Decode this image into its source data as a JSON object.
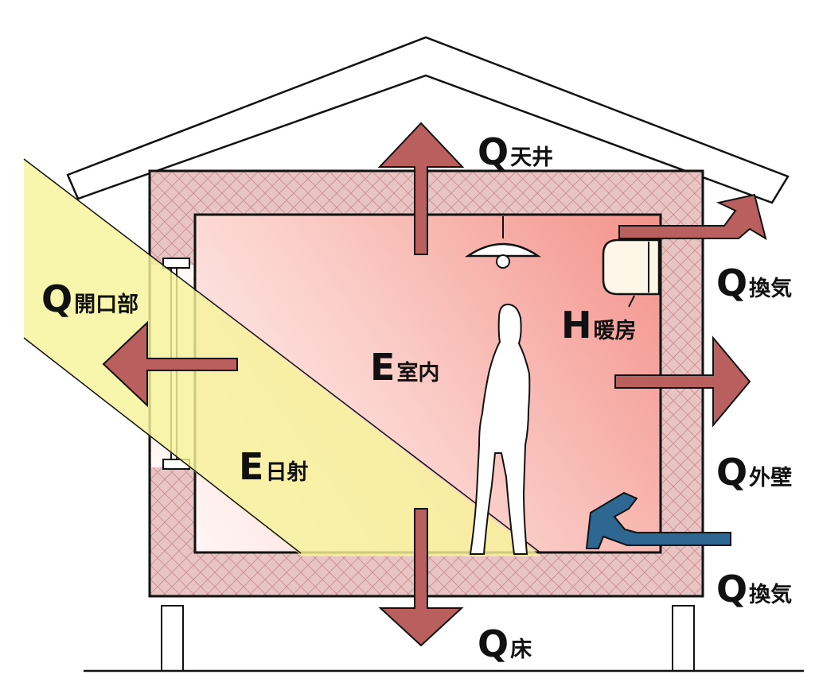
{
  "labels": {
    "q_ceiling": {
      "main": "Q",
      "sub": "天井"
    },
    "q_vent_top": {
      "main": "Q",
      "sub": "換気"
    },
    "q_opening": {
      "main": "Q",
      "sub": "開口部"
    },
    "h_heating": {
      "main": "H",
      "sub": "暖房"
    },
    "e_room": {
      "main": "E",
      "sub": "室内"
    },
    "e_solar": {
      "main": "E",
      "sub": "日射"
    },
    "q_wall": {
      "main": "Q",
      "sub": "外壁"
    },
    "q_vent_bot": {
      "main": "Q",
      "sub": "換気"
    },
    "q_floor": {
      "main": "Q",
      "sub": "床"
    }
  },
  "colors": {
    "heat_loss_arrow": "#b9605f",
    "air_intake_arrow": "#2e6791",
    "insulation": "#e8c4c4",
    "solar": "#f7f39a",
    "room_warm": "#f3938b"
  }
}
